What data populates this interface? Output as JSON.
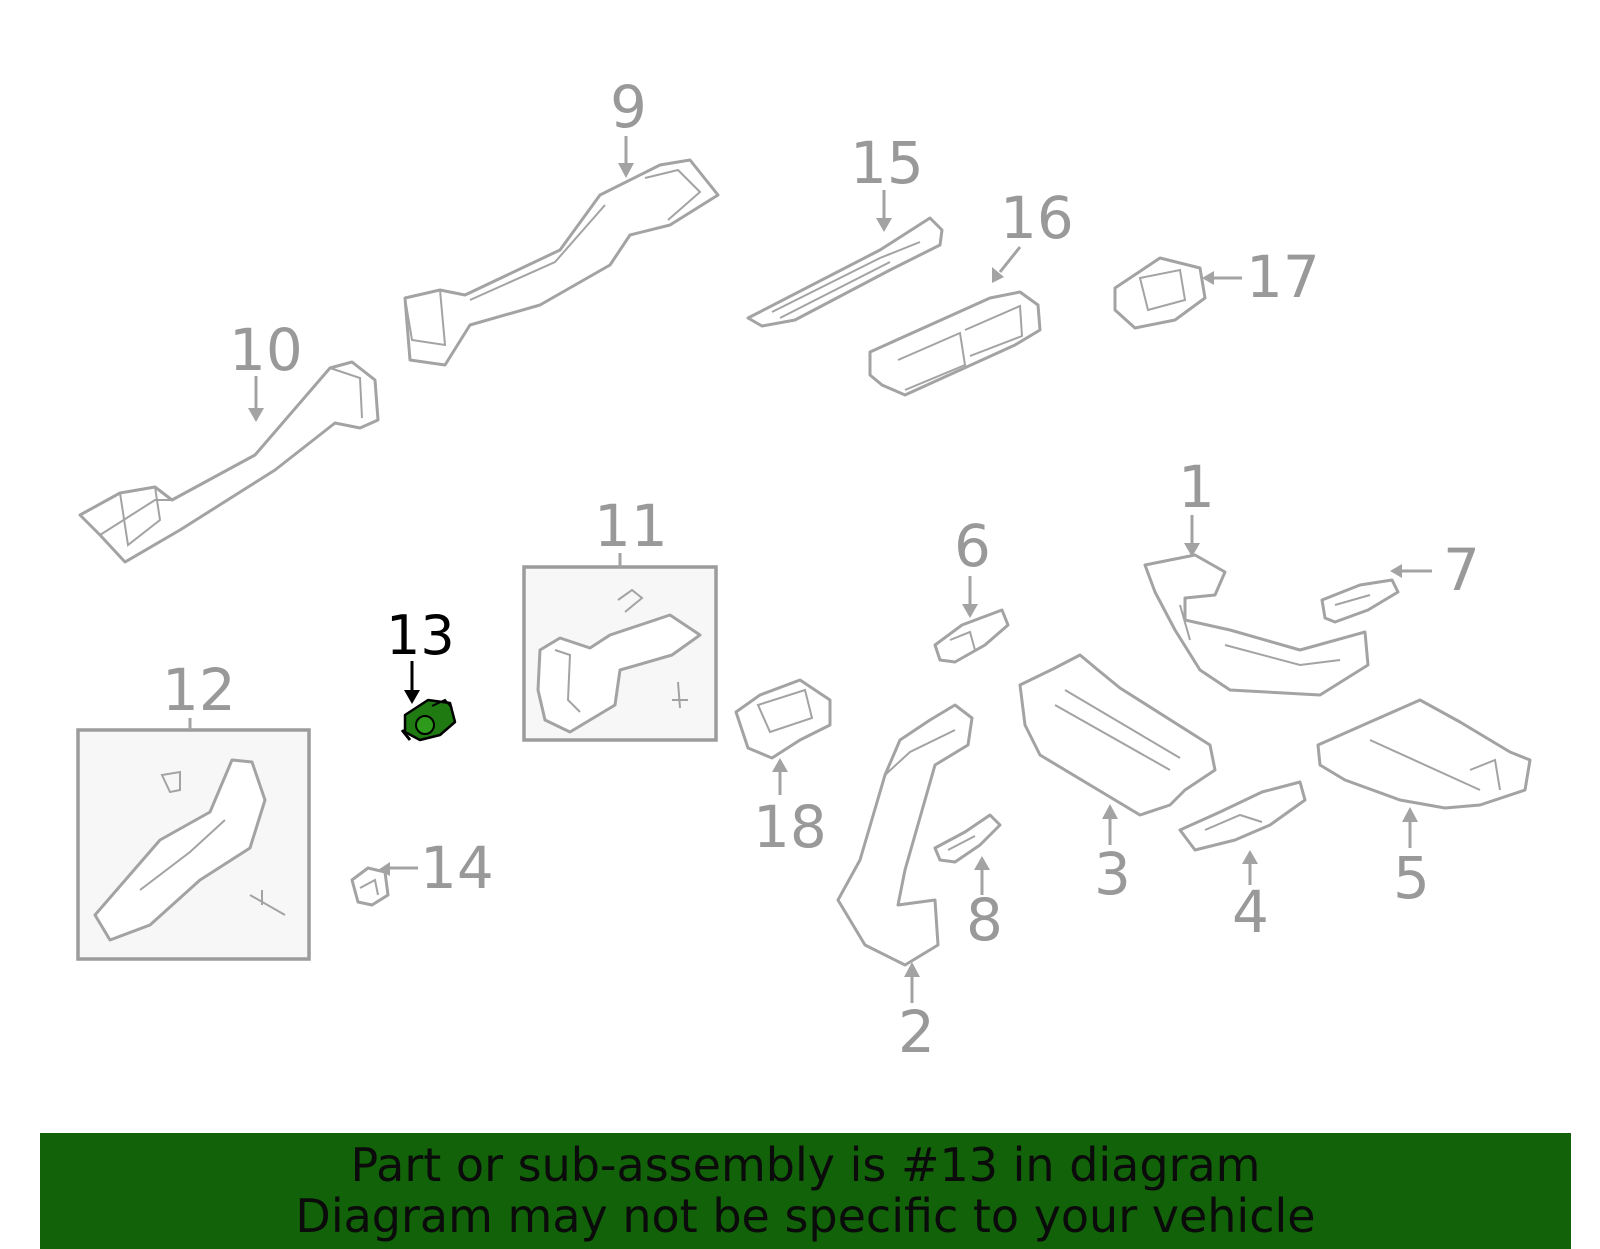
{
  "diagram": {
    "callouts": {
      "c1": "1",
      "c2": "2",
      "c3": "3",
      "c4": "4",
      "c5": "5",
      "c6": "6",
      "c7": "7",
      "c8": "8",
      "c9": "9",
      "c10": "10",
      "c11": "11",
      "c12": "12",
      "c13": "13",
      "c14": "14",
      "c15": "15",
      "c16": "16",
      "c17": "17",
      "c18": "18"
    },
    "highlight_color": "#1f7a12"
  },
  "banner": {
    "line1": "Part or sub-assembly is #13 in diagram",
    "line2": "Diagram may not be specific to your vehicle",
    "color": "#116208"
  }
}
